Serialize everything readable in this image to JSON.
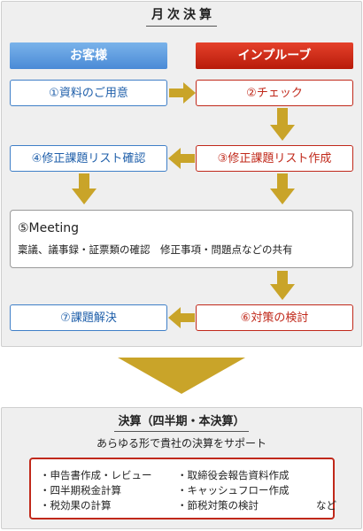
{
  "title": "月次決算",
  "headers": {
    "left": "お客様",
    "right": "インプルーブ"
  },
  "steps": {
    "s1": "①資料のご用意",
    "s2": "②チェック",
    "s3": "③修正課題リスト作成",
    "s4": "④修正課題リスト確認",
    "s5_title": "⑤Meeting",
    "s5_desc": "稟議、議事録・証票類の確認　修正事項・問題点などの共有",
    "s6": "⑥対策の検討",
    "s7": "⑦課題解決"
  },
  "colors": {
    "blue": "#3f7fc7",
    "red": "#c0281a",
    "arrow": "#c9a429"
  },
  "section2": {
    "title": "決算（四半期・本決算）",
    "subtitle": "あらゆる形で貴社の決算をサポート",
    "items_left": [
      "・申告書作成・レビュー",
      "・四半期税金計算",
      "・税効果の計算"
    ],
    "items_right": [
      "・取締役会報告資料作成",
      "・キャッシュフロー作成",
      "・節税対策の検討"
    ],
    "etc": "など"
  }
}
